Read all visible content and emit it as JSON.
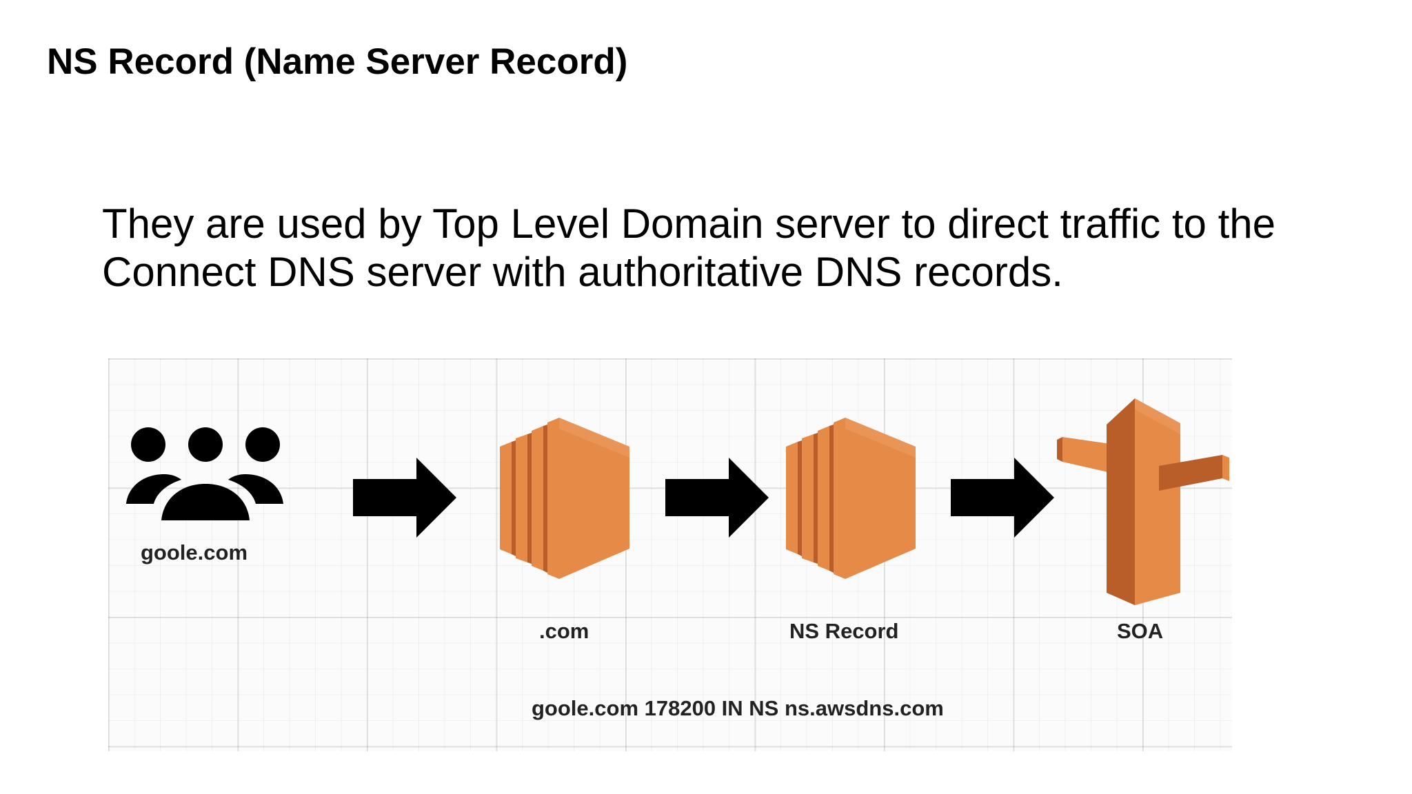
{
  "slide": {
    "title": "NS Record (Name Server Record)",
    "body_line_1": "They are used by Top Level Domain server to direct traffic to the",
    "body_line_2": "Connect DNS server with authoritative DNS records."
  },
  "diagram": {
    "nodes": [
      {
        "id": "users",
        "icon": "users-icon",
        "label": "goole.com"
      },
      {
        "id": "tld",
        "icon": "server-stack-icon",
        "label": ".com"
      },
      {
        "id": "ns",
        "icon": "server-stack-icon",
        "label": "NS Record"
      },
      {
        "id": "soa",
        "icon": "route53-signpost-icon",
        "label": "SOA"
      }
    ],
    "edges": [
      {
        "from": "users",
        "to": "tld"
      },
      {
        "from": "tld",
        "to": "ns"
      },
      {
        "from": "ns",
        "to": "soa"
      }
    ],
    "record_text": "goole.com 178200 IN NS ns.awsdns.com",
    "colors": {
      "orange_front": "#e58a47",
      "orange_light": "#ee9f66",
      "orange_dark": "#b95e28",
      "arrow": "#000000"
    }
  }
}
